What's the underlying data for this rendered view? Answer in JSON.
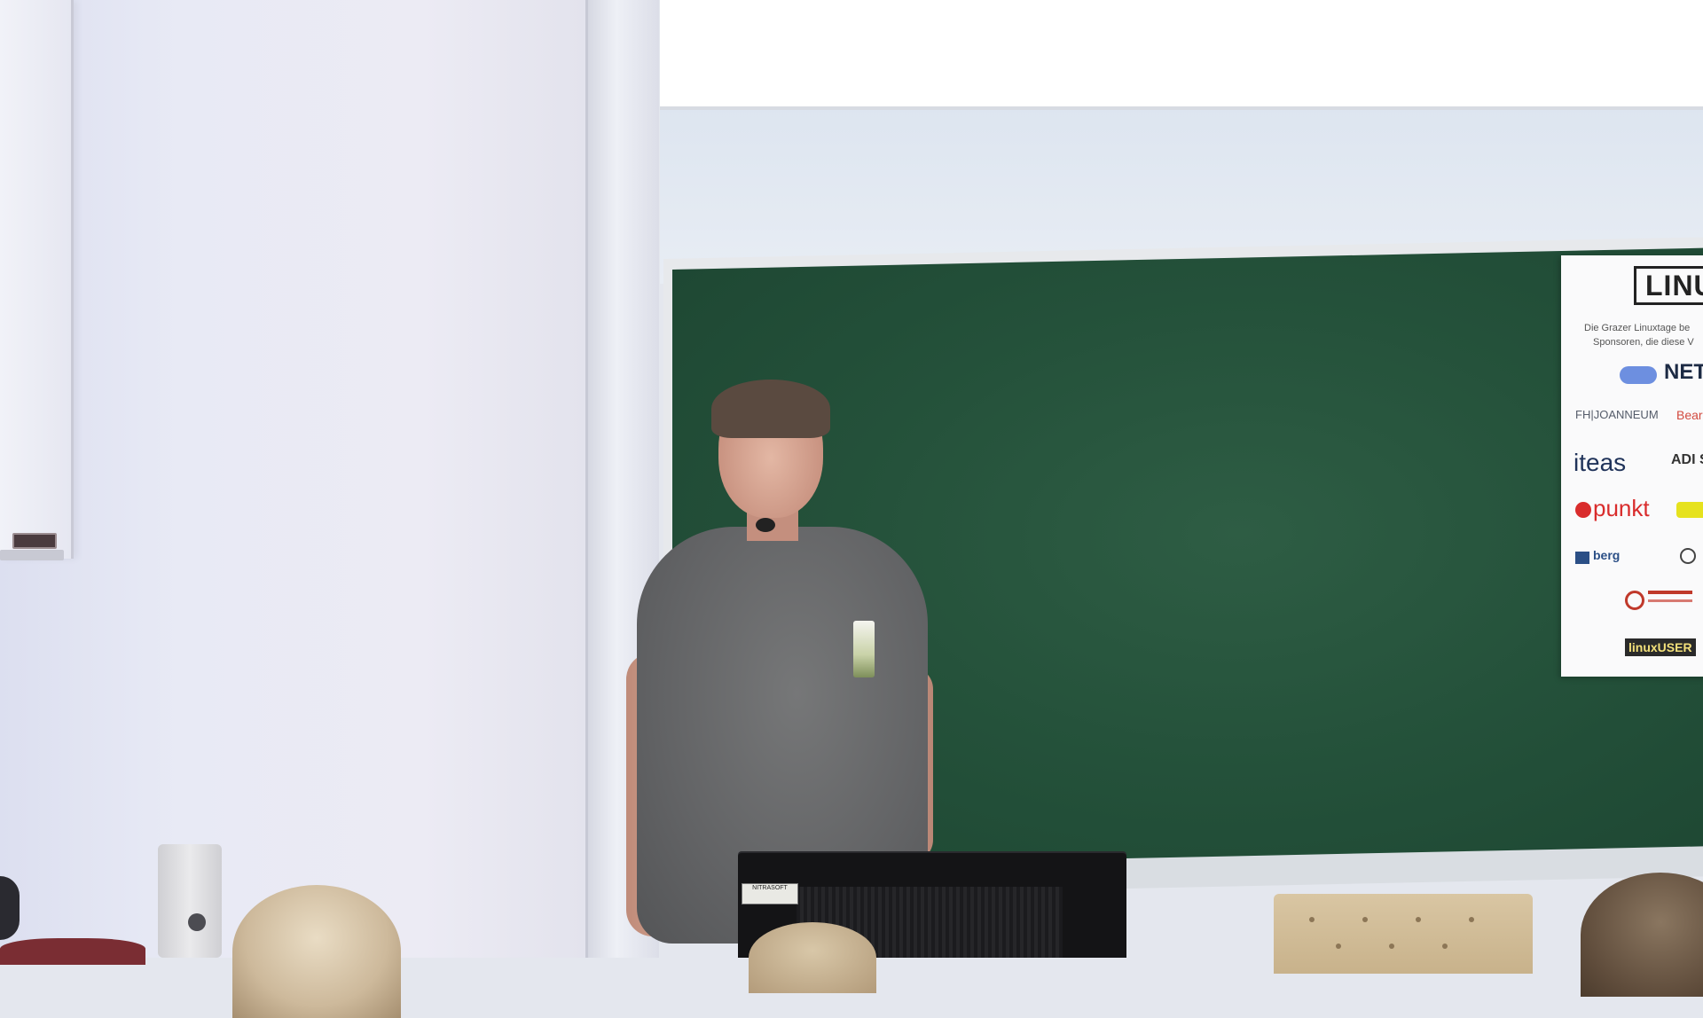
{
  "scene": {
    "description_role": "lecture photo frame",
    "poster": {
      "logo_text": "LINUX",
      "intro_line_1": "Die Grazer Linuxtage be",
      "intro_line_2": "Sponsoren, die diese V",
      "sponsors": [
        {
          "label": "NET",
          "color": "#1c2a44"
        },
        {
          "label": "FH|JOANNEUM",
          "color": "#555c6a"
        },
        {
          "label": "Bear",
          "color": "#d24a3f"
        },
        {
          "label": "iteas",
          "color": "#20335a"
        },
        {
          "label": "ADI SAF",
          "color": "#333333"
        },
        {
          "label": "punkt",
          "color": "#d92c2c"
        },
        {
          "label": "berg",
          "color": "#2b4f86"
        },
        {
          "label": "linuxUSER",
          "color": "#2a2a2a"
        }
      ]
    },
    "monitor_sticker": "NITRASOFT"
  },
  "colors": {
    "chalkboard": "#24513a",
    "shirt": "#626365",
    "wall": "#e8eaf5"
  }
}
